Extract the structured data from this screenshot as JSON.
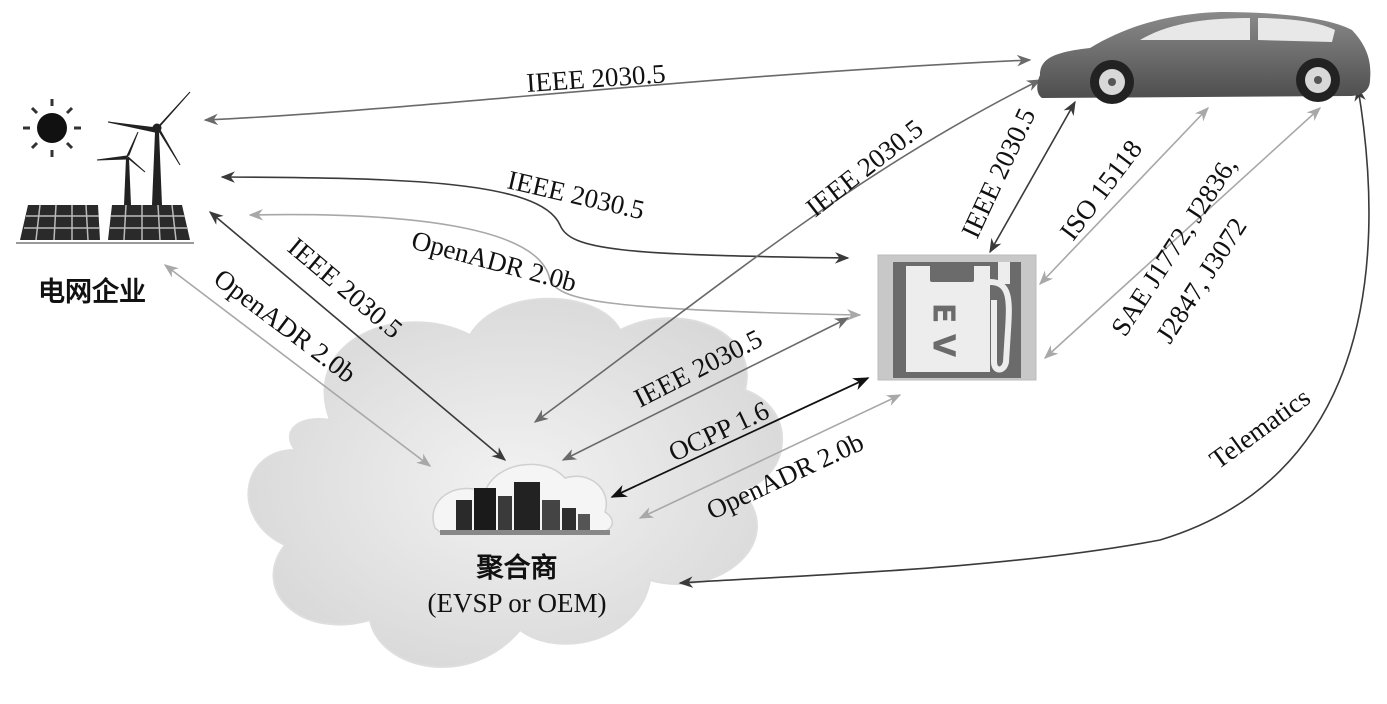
{
  "nodes": {
    "utility": {
      "label": "电网企业"
    },
    "aggregator": {
      "label": "聚合商",
      "sublabel": "(EVSP or OEM)"
    },
    "charger": {
      "label": "E V"
    },
    "vehicle": {
      "label": ""
    }
  },
  "links": {
    "car_utility": "IEEE 2030.5",
    "charger_utility_ieee": "IEEE 2030.5",
    "charger_utility_adr": "OpenADR 2.0b",
    "agg_utility_ieee": "IEEE 2030.5",
    "agg_utility_adr": "OpenADR 2.0b",
    "car_agg": "IEEE 2030.5",
    "car_charger": "IEEE 2030.5",
    "charger_car_iso": "ISO 15118",
    "sae_line1": "SAE J1772, J2836,",
    "sae_line2": "J2847, J3072",
    "charger_agg_ieee": "IEEE 2030.5",
    "charger_agg_ocpp": "OCPP 1.6",
    "charger_agg_adr": "OpenADR 2.0b",
    "telematics": "Telematics"
  }
}
